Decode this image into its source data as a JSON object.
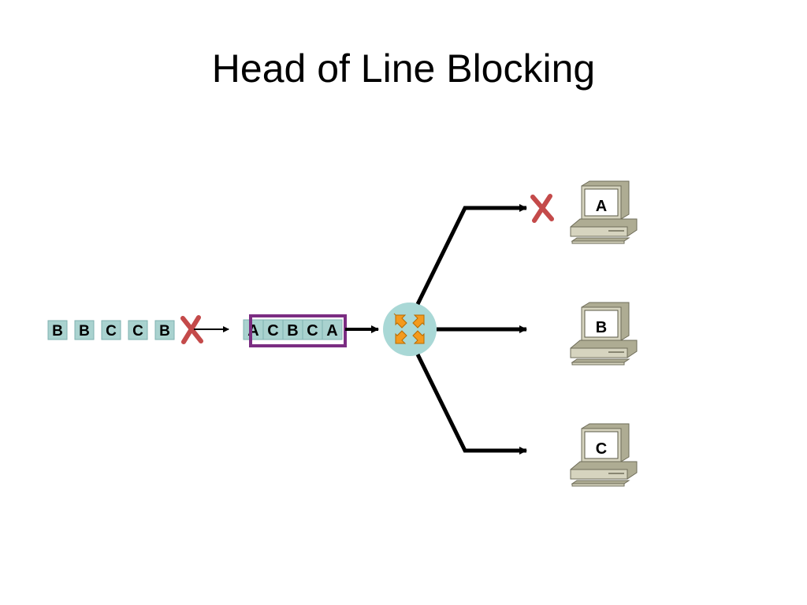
{
  "title": "Head of Line Blocking",
  "incoming_packets": [
    "B",
    "B",
    "C",
    "C",
    "B"
  ],
  "queue_packets": [
    "A",
    "C",
    "B",
    "C",
    "A"
  ],
  "hosts": [
    "A",
    "B",
    "C"
  ],
  "colors": {
    "packet_fill": "#a9d2cf",
    "packet_stroke": "#7fb2b0",
    "queue_border": "#7b2d82",
    "switch_fill": "#a9d8d6",
    "switch_arrows": "#f39a1e",
    "blocked_x": "#c44a4a",
    "computer_body": "#d6d4bf",
    "computer_shade": "#aeac93"
  },
  "icons": [
    "blocked-x-icon",
    "switch-icon",
    "computer-icon"
  ]
}
